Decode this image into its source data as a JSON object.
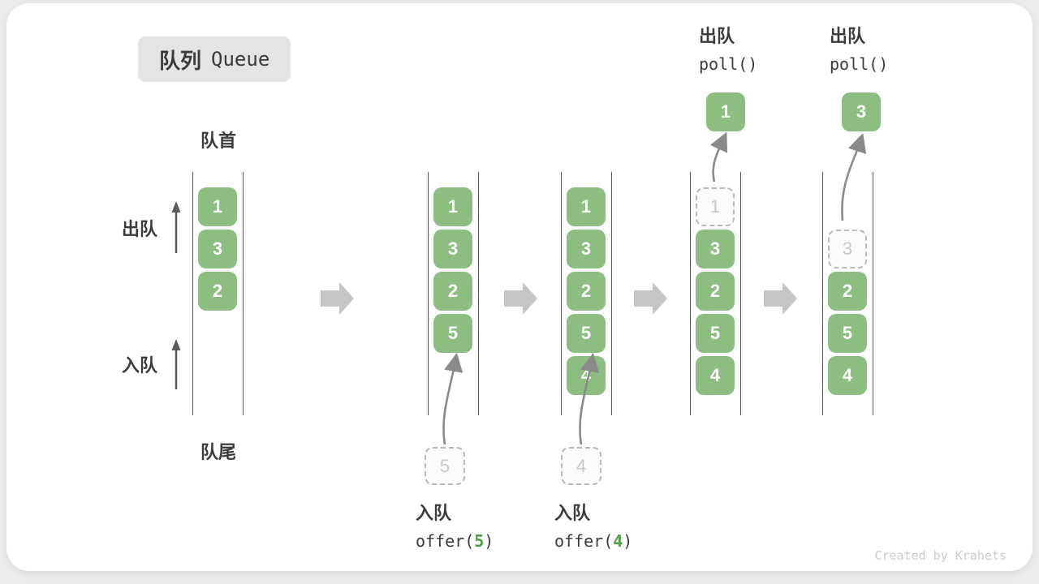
{
  "title": {
    "zh": "队列",
    "en": "Queue"
  },
  "labels": {
    "front": "队首",
    "rear": "队尾",
    "dequeue_side": "出队",
    "enqueue_side": "入队"
  },
  "poll_ops": [
    {
      "label": "出队",
      "code": "poll()",
      "value": "1"
    },
    {
      "label": "出队",
      "code": "poll()",
      "value": "3"
    }
  ],
  "offer_ops": [
    {
      "label": "入队",
      "code_prefix": "offer(",
      "arg": "5",
      "code_suffix": ")"
    },
    {
      "label": "入队",
      "code_prefix": "offer(",
      "arg": "4",
      "code_suffix": ")"
    }
  ],
  "states": [
    {
      "items": [
        "1",
        "3",
        "2"
      ]
    },
    {
      "items": [
        "1",
        "3",
        "2",
        "5"
      ],
      "incoming": "5"
    },
    {
      "items": [
        "1",
        "3",
        "2",
        "5",
        "4"
      ],
      "incoming": "4"
    },
    {
      "items": [
        "3",
        "2",
        "5",
        "4"
      ],
      "removed": "1"
    },
    {
      "items": [
        "2",
        "5",
        "4"
      ],
      "removed": "3"
    }
  ],
  "watermark": "Created by Krahets",
  "colors": {
    "box_green": "#8cbe82",
    "code_arg_green": "#4c9e44",
    "block_arrow_gray": "#c5c5c5",
    "thin_arrow_gray": "#8a8a8a",
    "dashed_border": "#b9b9b9",
    "text_dark": "#3b3b3b"
  }
}
